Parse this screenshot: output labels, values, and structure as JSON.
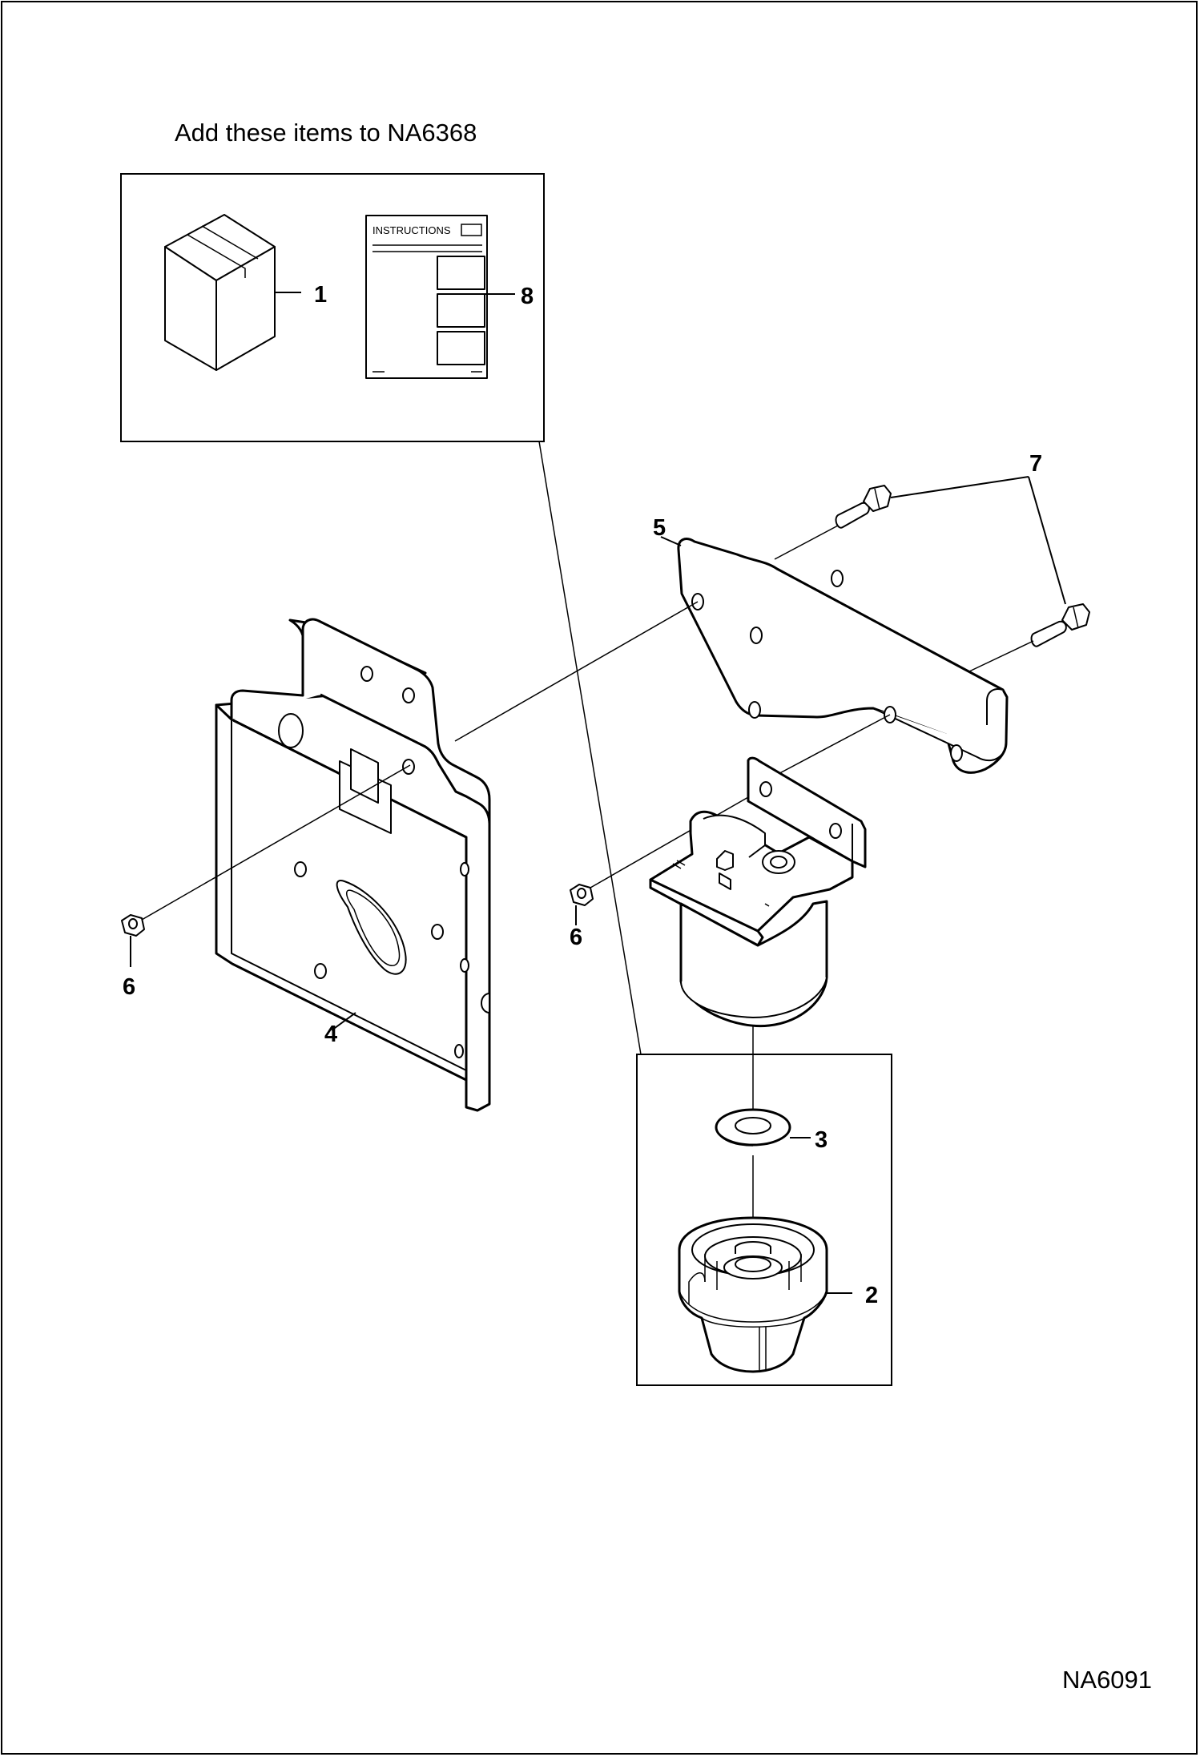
{
  "heading": "Add these items to NA6368",
  "drawing_id": "NA6091",
  "instruction_sheet_label": "INSTRUCTIONS",
  "callouts": {
    "c1": "1",
    "c2": "2",
    "c3": "3",
    "c4": "4",
    "c5": "5",
    "c6a": "6",
    "c6b": "6",
    "c7": "7",
    "c8": "8"
  }
}
